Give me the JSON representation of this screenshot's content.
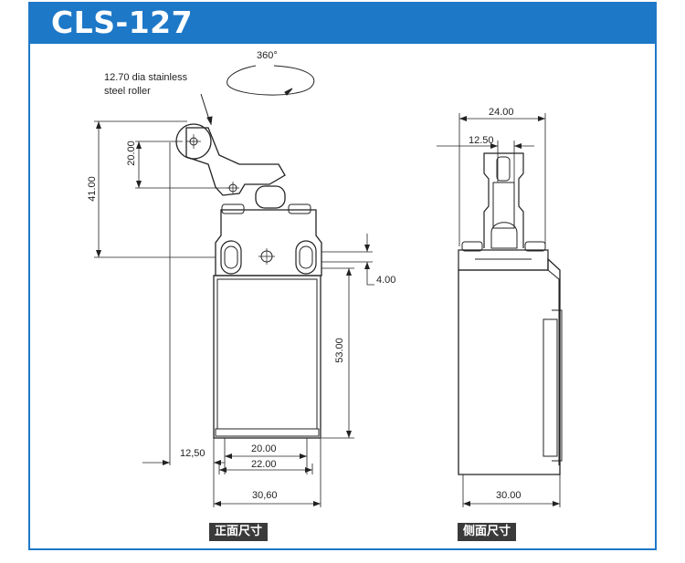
{
  "title": "CLS-127",
  "labels": {
    "rotation": "360°",
    "roller_note_line1": "12.70 dia stainless",
    "roller_note_line2": "steel roller",
    "front_caption": "正面尺寸",
    "side_caption": "侧面尺寸"
  },
  "front_dims": {
    "height_total": "41.00",
    "lever_height": "20.00",
    "hole_offset": "4.00",
    "body_height": "53.00",
    "roller_offset": "12,50",
    "inner_width": "20.00",
    "mount_width": "22.00",
    "body_width": "30,60"
  },
  "side_dims": {
    "top_width": "24.00",
    "shaft_width": "12.50",
    "body_width": "30.00"
  },
  "colors": {
    "header": "#1e78c8",
    "caption_bg": "#3a3a3a"
  }
}
